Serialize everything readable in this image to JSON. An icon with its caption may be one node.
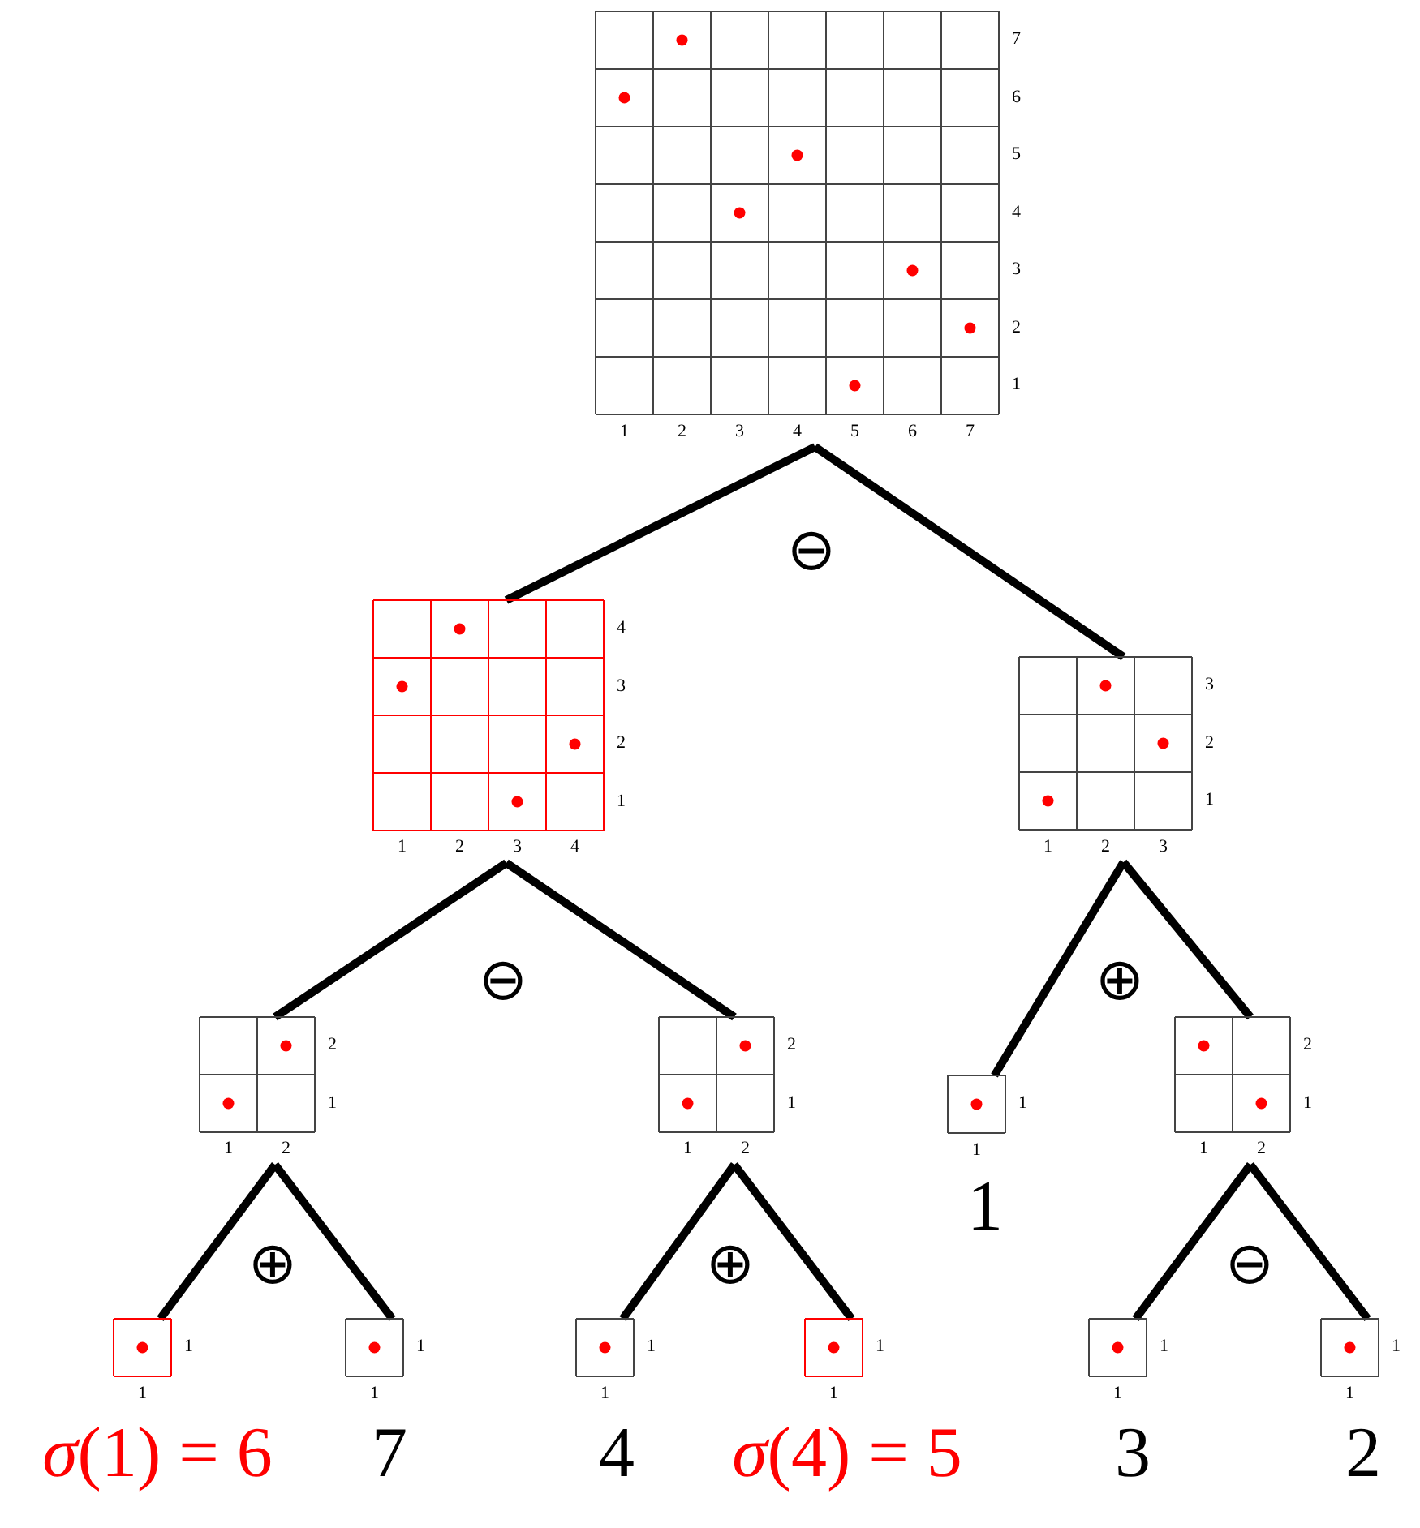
{
  "diagram": {
    "nodes": [
      {
        "text": [
          "7",
          "6",
          "5",
          "4",
          "3",
          "2",
          "1",
          "1",
          "2",
          "3",
          "4",
          "5",
          "6",
          "7"
        ]
      },
      {
        "text": [
          "4",
          "3",
          "2",
          "1",
          "1",
          "2",
          "3",
          "4"
        ]
      },
      {
        "text": [
          "3",
          "2",
          "1",
          "1",
          "2",
          "3"
        ]
      },
      {
        "text": [
          "2",
          "1",
          "1",
          "2"
        ]
      },
      {
        "text": [
          "2",
          "1",
          "1",
          "2"
        ]
      },
      {
        "text": [
          "1",
          "1"
        ],
        "beside": [
          "1"
        ]
      },
      {
        "text": [
          "2",
          "1",
          "1",
          "2"
        ]
      },
      {
        "text": [
          "1",
          "1"
        ],
        "beside": [
          "*σ*(1) = 6"
        ]
      },
      {
        "text": [
          "1",
          "1"
        ],
        "beside": [
          "7"
        ]
      },
      {
        "text": [
          "1",
          "1"
        ],
        "beside": [
          "4"
        ]
      },
      {
        "text": [
          "1",
          "1"
        ],
        "beside": [
          "*σ*(4) = 5"
        ]
      },
      {
        "text": [
          "1",
          "1"
        ],
        "beside": [
          "3"
        ]
      },
      {
        "text": [
          "1",
          "1"
        ],
        "beside": [
          "2"
        ]
      }
    ],
    "edges": [
      {
        "from": 0,
        "to": 1,
        "arrow": "none"
      },
      {
        "from": 0,
        "to": 2,
        "arrow": "none"
      },
      {
        "from": 1,
        "to": 3,
        "arrow": "none"
      },
      {
        "from": 1,
        "to": 4,
        "arrow": "none"
      },
      {
        "from": 2,
        "to": 5,
        "arrow": "none"
      },
      {
        "from": 2,
        "to": 6,
        "arrow": "none"
      },
      {
        "from": 3,
        "to": 7,
        "arrow": "none"
      },
      {
        "from": 3,
        "to": 8,
        "arrow": "none"
      },
      {
        "from": 4,
        "to": 9,
        "arrow": "none"
      },
      {
        "from": 4,
        "to": 10,
        "arrow": "none"
      },
      {
        "from": 6,
        "to": 11,
        "arrow": "none"
      },
      {
        "from": 6,
        "to": 12,
        "arrow": "none"
      }
    ],
    "labels": [
      "⊖",
      "⊖",
      "⊕",
      "⊕",
      "⊕",
      "⊖"
    ]
  }
}
